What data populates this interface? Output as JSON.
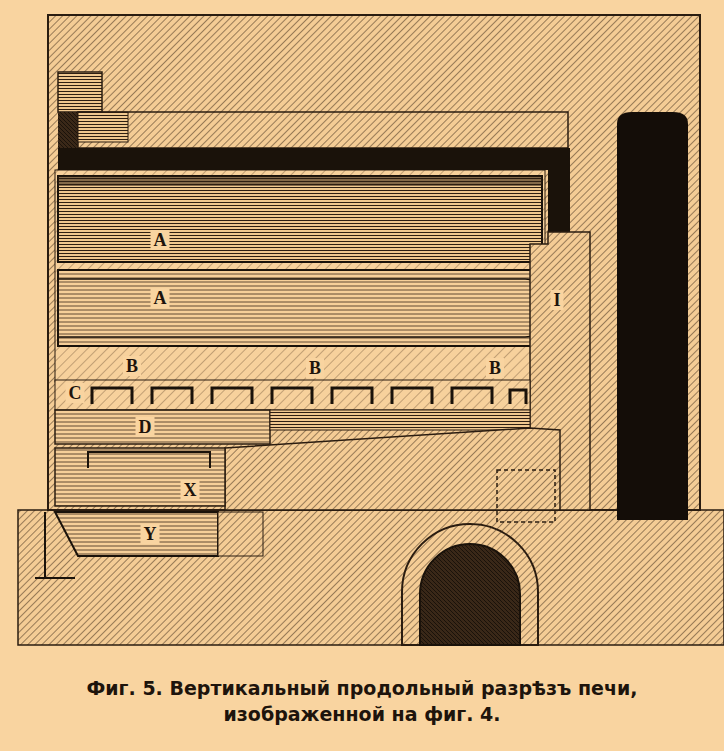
{
  "diagram": {
    "caption": "Фиг. 5. Вертикальный продольный разрѣзъ печи, изображенной на фиг. 4.",
    "labels": [
      "A",
      "A",
      "B",
      "B",
      "B",
      "C",
      "I",
      "D",
      "X",
      "Y"
    ]
  }
}
